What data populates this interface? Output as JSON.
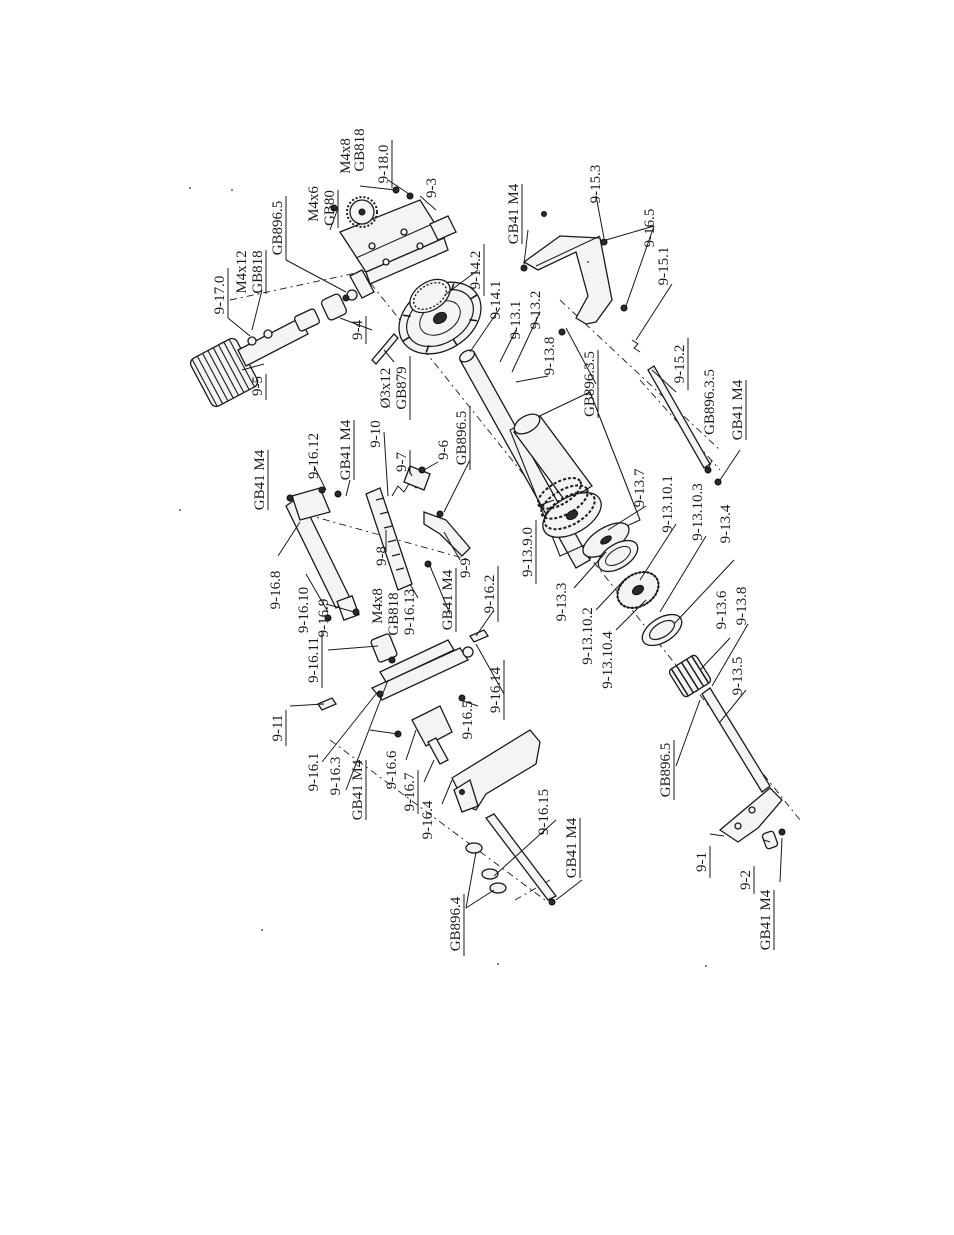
{
  "labels": {
    "l_9_17_0": "9-17.0",
    "l_m4x12": "M4x12",
    "l_gb818_a": "GB818",
    "l_gb896_5_a": "GB896.5",
    "l_m4x6": "M4x6",
    "l_gb80": "GB80",
    "l_m4x8_a": "M4x8",
    "l_gb818_b": "GB818",
    "l_9_18_0": "9-18.0",
    "l_9_3": "9-3",
    "l_9_5": "9-5",
    "l_9_4": "9-4",
    "l_phi3x12": "Ø3x12",
    "l_gb879": "GB879",
    "l_9_14_2": "9-14.2",
    "l_9_14_1": "9-14.1",
    "l_gb41_m4_a": "GB41 M4",
    "l_9_15_3": "9-15.3",
    "l_9_16_5_a": "9-16.5",
    "l_9_15_1": "9-15.1",
    "l_9_13_1": "9-13.1",
    "l_9_13_2": "9-13.2",
    "l_9_13_8_a": "9-13.8",
    "l_gb896_3_5_a": "GB896.3.5",
    "l_9_15_2": "9-15.2",
    "l_gb896_3_5_b": "GB896.3.5",
    "l_gb41_m4_b": "GB41 M4",
    "l_gb41_m4_c": "GB41 M4",
    "l_9_16_12": "9-16.12",
    "l_gb41_m4_d": "GB41 M4",
    "l_9_10": "9-10",
    "l_9_7": "9-7",
    "l_9_6": "9-6",
    "l_gb896_5_b": "GB896.5",
    "l_9_13_9_0": "9-13.9.0",
    "l_9_13_7": "9-13.7",
    "l_9_13_10_1": "9-13.10.1",
    "l_9_13_10_3": "9-13.10.3",
    "l_9_13_4": "9-13.4",
    "l_9_16_8": "9-16.8",
    "l_9_16_10": "9-16.10",
    "l_9_16_9": "9-16.9",
    "l_9_16_11": "9-16.11",
    "l_9_8": "9-8",
    "l_m4x8_b": "M4x8",
    "l_gb818_c": "GB818",
    "l_9_16_13": "9-16.13",
    "l_gb41_m4_e": "GB41 M4",
    "l_9_9": "9-9",
    "l_9_16_2": "9-16.2",
    "l_9_13_3": "9-13.3",
    "l_9_13_10_2": "9-13.10.2",
    "l_9_13_10_4": "9-13.10.4",
    "l_9_13_6": "9-13.6",
    "l_9_13_8_b": "9-13.8",
    "l_9_13_5": "9-13.5",
    "l_9_11": "9-11",
    "l_9_16_1": "9-16.1",
    "l_9_16_3": "9-16.3",
    "l_gb41_m4_f": "GB41 M4",
    "l_9_16_14": "9-16.14",
    "l_9_16_5_b": "9-16.5",
    "l_9_16_6": "9-16.6",
    "l_9_16_7": "9-16.7",
    "l_9_16_4": "9-16.4",
    "l_9_16_15": "9-16.15",
    "l_gb41_m4_g": "GB41 M4",
    "l_gb896_4": "GB896.4",
    "l_gb896_5_c": "GB896.5",
    "l_9_1": "9-1",
    "l_9_2": "9-2",
    "l_gb41_m4_h": "GB41 M4"
  }
}
